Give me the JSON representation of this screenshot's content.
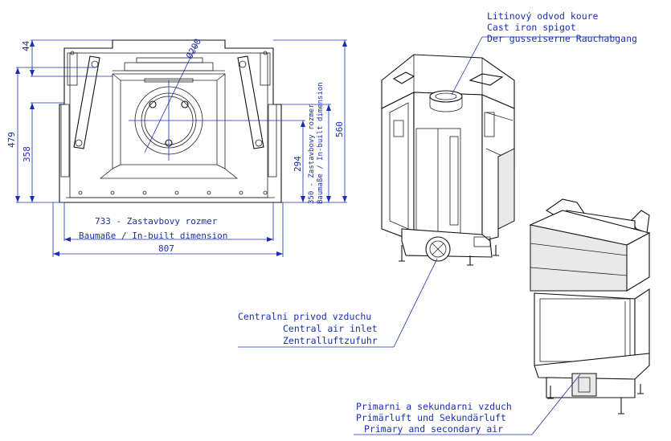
{
  "front_view": {
    "dim_top": "44",
    "dim_total_height": "560",
    "dim_479": "479",
    "dim_358": "358",
    "dim_294": "294",
    "dim_spigot_diameter": "Ø200",
    "dim_side_text_line1": "350 - Zastavbovy rozmer",
    "dim_side_text_line2": "Baumaße / In-built dimension",
    "dim_width_line1": "733 - Zastavbovy rozmer",
    "dim_width_line2": "Baumaße / In-built dimension",
    "dim_total_width": "807"
  },
  "callouts": {
    "spigot": [
      "Litinový odvod koure",
      "Cast iron spigot",
      "Der gusseiserne Rauchabgang"
    ],
    "central_air": [
      "Centralni privod vzduchu",
      "Central air inlet",
      "Zentralluftzufuhr"
    ],
    "primary_air": [
      "Primarni a sekundarni vzduch",
      "Primärluft und Sekundärluft",
      "Primary and secondary air"
    ]
  }
}
